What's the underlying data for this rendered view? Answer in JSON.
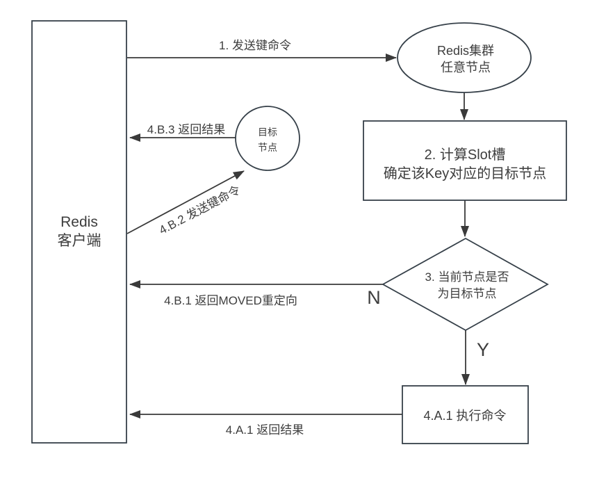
{
  "colors": {
    "shape_stroke": "#364049",
    "arrow_stroke": "#3a3a3a",
    "text": "#3d3d3d",
    "background": "#ffffff"
  },
  "nodes": {
    "client": {
      "line1": "Redis",
      "line2": "客户端"
    },
    "cluster_any": {
      "line1": "Redis集群",
      "line2": "任意节点"
    },
    "compute_slot": {
      "line1": "2. 计算Slot槽",
      "line2": "确定该Key对应的目标节点"
    },
    "decision": {
      "line1": "3. 当前节点是否",
      "line2": "为目标节点"
    },
    "execute": {
      "label": "4.A.1 执行命令"
    },
    "target": {
      "line1": "目标",
      "line2": "节点"
    }
  },
  "edges": {
    "send_key": {
      "label": "1. 发送键命令"
    },
    "b3_return": {
      "label": "4.B.3 返回结果"
    },
    "b2_send": {
      "label": "4.B.2 发送键命令"
    },
    "b1_moved": {
      "label": "4.B.1 返回MOVED重定向"
    },
    "a1_return": {
      "label": "4.A.1 返回结果"
    },
    "no": {
      "label": "N"
    },
    "yes": {
      "label": "Y"
    }
  }
}
